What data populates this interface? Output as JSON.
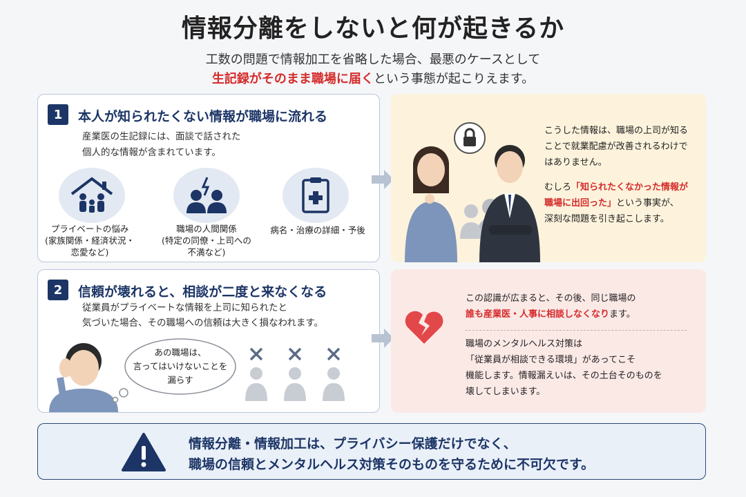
{
  "header": {
    "title": "情報分離をしないと何が起きるか",
    "sub1": "工数の問題で情報加工を省略した場合、最悪のケースとして",
    "sub2_red": "生記録がそのまま職場に届く",
    "sub2_rest": "という事態が起こりえます。"
  },
  "section1": {
    "number": "1",
    "title": "本人が知られたくない情報が職場に流れる",
    "text_line1": "産業医の生記録には、面談で話された",
    "text_line2": "個人的な情報が含まれています。",
    "items": [
      {
        "line1": "プライベートの悩み",
        "line2": "(家族関係・経済状況・",
        "line3": "恋愛など)"
      },
      {
        "line1": "職場の人間関係",
        "line2": "(特定の同僚・上司への",
        "line3": "不満など)"
      },
      {
        "line1": "病名・治療の詳細・予後",
        "line2": "",
        "line3": ""
      }
    ],
    "right": {
      "line1": "こうした情報は、職場の上司が知る",
      "line2": "ことで就業配慮が改善されるわけで",
      "line3": "はありません。",
      "line4_pre": "むしろ",
      "line4_red": "「知られたくなかった情報が",
      "line5_red": "職場に出回った」",
      "line5_rest": "という事実が、",
      "line6": "深刻な問題を引き起こします。"
    }
  },
  "section2": {
    "number": "2",
    "title": "信頼が壊れると、相談が二度と来なくなる",
    "text_line1": "従業員がプライベートな情報を上司に知られたと",
    "text_line2": "気づいた場合、その職場への信頼は大きく損なわれます。",
    "bubble_line1": "あの職場は、",
    "bubble_line2": "言ってはいけないことを",
    "bubble_line3": "漏らす",
    "right": {
      "line1": "この認識が広まると、その後、同じ職場の",
      "line2_red": "誰も産業医・人事に相談しなくなり",
      "line2_rest": "ます。",
      "line3": "職場のメンタルヘルス対策は",
      "line4": "「従業員が相談できる環境」があってこそ",
      "line5": "機能します。情報漏えいは、その土台そのものを",
      "line6": "壊してしまいます。"
    }
  },
  "footer": {
    "line1": "情報分離・情報加工は、プライバシー保護だけでなく、",
    "line2": "職場の信頼とメンタルヘルス対策そのものを守るために不可欠です。"
  },
  "colors": {
    "navy": "#1c3566",
    "red": "#d42b2b",
    "yellow_panel": "#fdf3dc",
    "pink_panel": "#fbe9e6"
  }
}
